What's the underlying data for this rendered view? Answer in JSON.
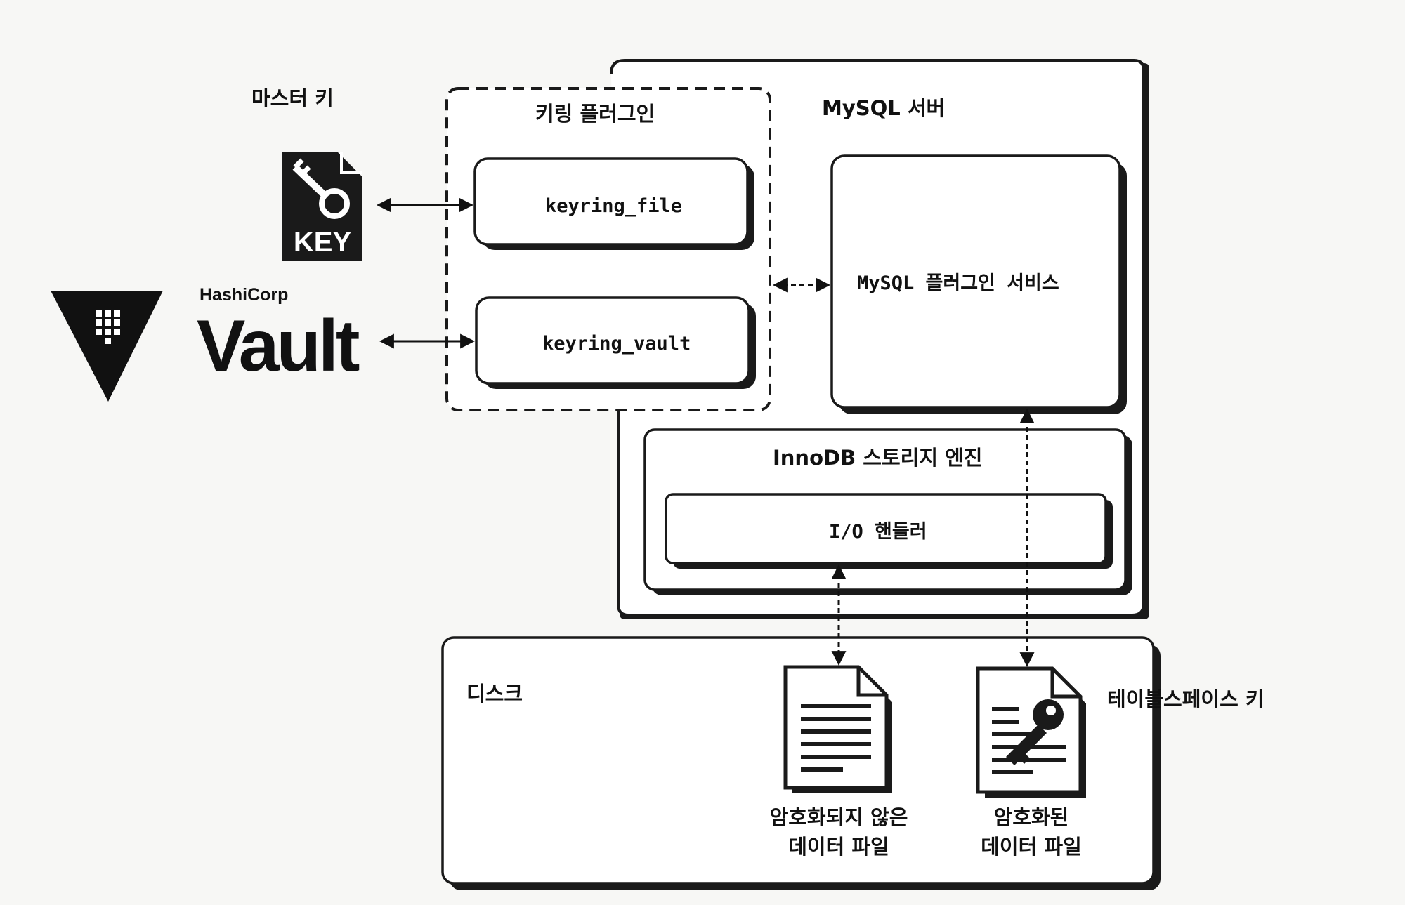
{
  "labels": {
    "master_key": "마스터 키",
    "keyring_plugin": "키링 플러그인",
    "mysql_server": "MySQL 서버",
    "keyring_file": "keyring_file",
    "keyring_vault": "keyring_vault",
    "plugin_service": "MySQL 플러그인 서비스",
    "innodb": "InnoDB 스토리지 엔진",
    "io_handler": "I/O 핸들러",
    "disk": "디스크",
    "tablespace_key": "테이블스페이스 키",
    "unencrypted_line1": "암호화되지 않은",
    "unencrypted_line2": "데이터 파일",
    "encrypted_line1": "암호화된",
    "encrypted_line2": "데이터 파일"
  },
  "logos": {
    "key_file_text": "KEY",
    "hashicorp": "HashiCorp",
    "vault": "Vault"
  },
  "icons": [
    "key-file-icon",
    "hashicorp-vault-logo-icon",
    "document-icon",
    "encrypted-document-icon"
  ]
}
